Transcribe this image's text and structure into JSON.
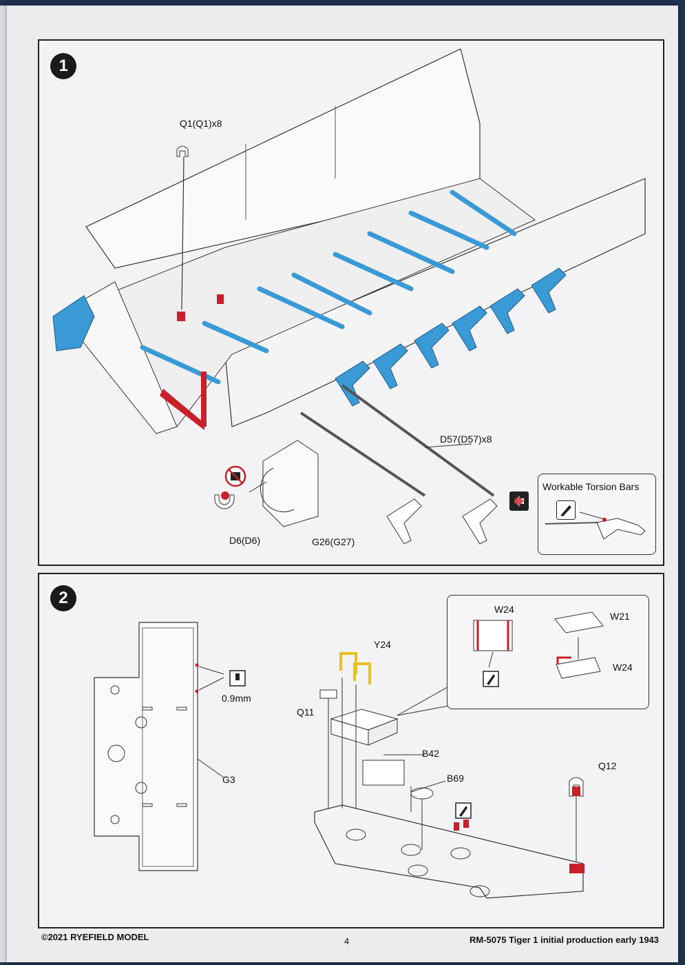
{
  "colors": {
    "accent_blue": "#3a9ad6",
    "accent_red": "#c8202a",
    "accent_yellow": "#e8c020",
    "line": "#333333"
  },
  "step1": {
    "number": "1",
    "labels": {
      "q1": "Q1(Q1)x8",
      "d57": "D57(D57)x8",
      "d6": "D6(D6)",
      "g26": "G26(G27)"
    },
    "inset_title": "Workable Torsion Bars",
    "icons": [
      "no-glue-icon",
      "swap-arrow-icon",
      "knife-icon"
    ]
  },
  "step2": {
    "number": "2",
    "labels": {
      "drill": "0.9mm",
      "g3": "G3",
      "y24": "Y24",
      "q11": "Q11",
      "b42": "B42",
      "b69": "B69",
      "q12": "Q12",
      "w24_top": "W24",
      "w21": "W21",
      "w24_side": "W24"
    },
    "icons": [
      "drill-icon",
      "knife-icon"
    ]
  },
  "footer": {
    "copyright": "©2021 RYEFIELD MODEL",
    "page": "4",
    "title": "RM-5075  Tiger 1 initial production early 1943"
  }
}
